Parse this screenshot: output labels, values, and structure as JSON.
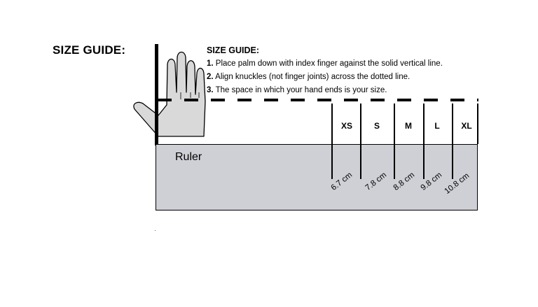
{
  "title": "SIZE GUIDE:",
  "instructions": {
    "heading": "SIZE GUIDE:",
    "steps": [
      {
        "num": "1.",
        "text": "Place palm down with index finger against the solid vertical line."
      },
      {
        "num": "2.",
        "text": "Align knuckles (not finger joints) across the dotted line."
      },
      {
        "num": "3.",
        "text": "The space in which your hand ends is your size."
      }
    ]
  },
  "ruler_label": "Ruler",
  "sizes": [
    {
      "label": "XS",
      "cm": "6.7 cm"
    },
    {
      "label": "S",
      "cm": "7.8 cm"
    },
    {
      "label": "M",
      "cm": "8.8 cm"
    },
    {
      "label": "L",
      "cm": "9.8 cm"
    },
    {
      "label": "XL",
      "cm": "10.8 cm"
    }
  ],
  "colors": {
    "ruler_fill": "#cfd0d6",
    "hand_fill": "#d9d9d9"
  }
}
